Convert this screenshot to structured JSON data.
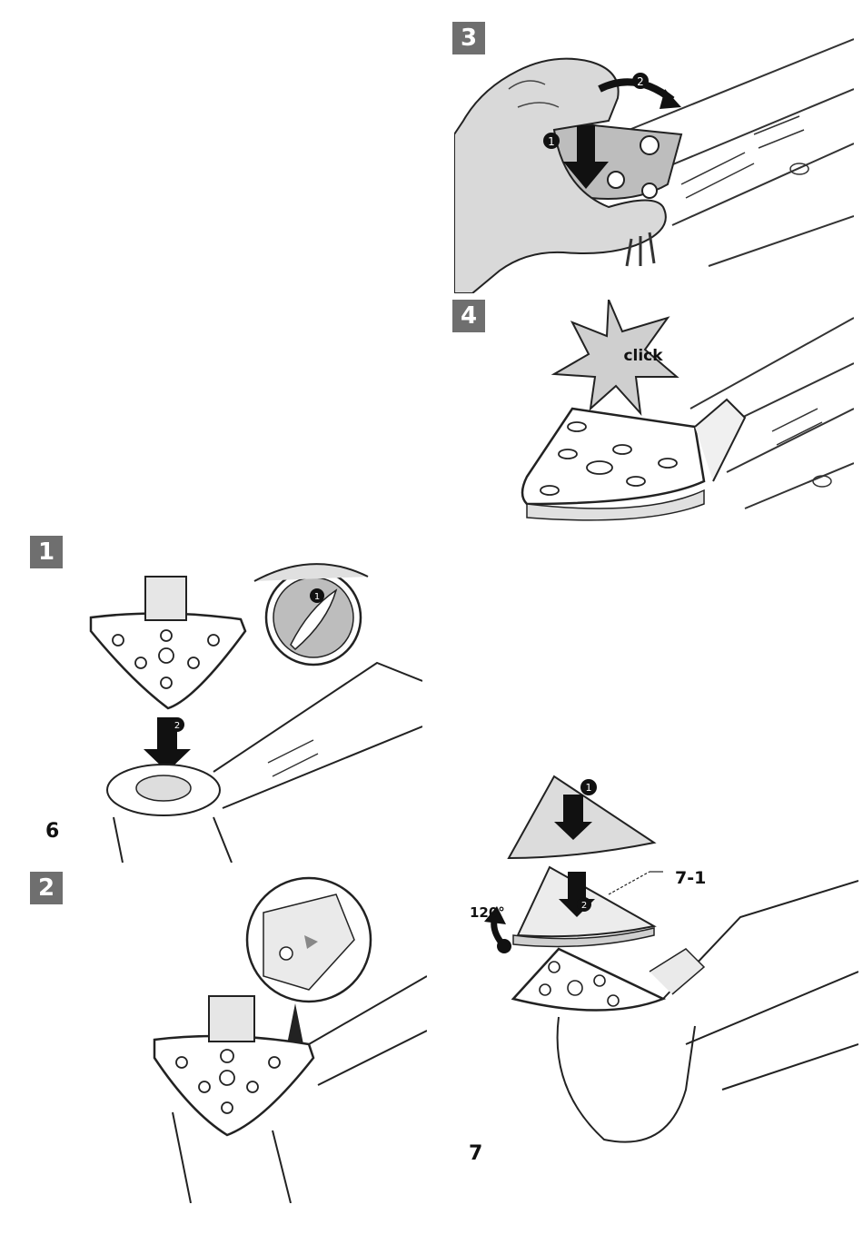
{
  "steps": {
    "s1": "1",
    "s2": "2",
    "s3": "3",
    "s4": "4"
  },
  "figures": {
    "fig6": "6",
    "fig7": "7"
  },
  "callouts": {
    "c1": "❶",
    "c2": "❷",
    "click": "click",
    "part_label": "7-1",
    "rotation": "120°"
  },
  "colors": {
    "step_box": "#6f6f6f",
    "ink": "#1a1a1a",
    "hand_fill": "#d9d9d9",
    "tool_line": "#333333"
  }
}
